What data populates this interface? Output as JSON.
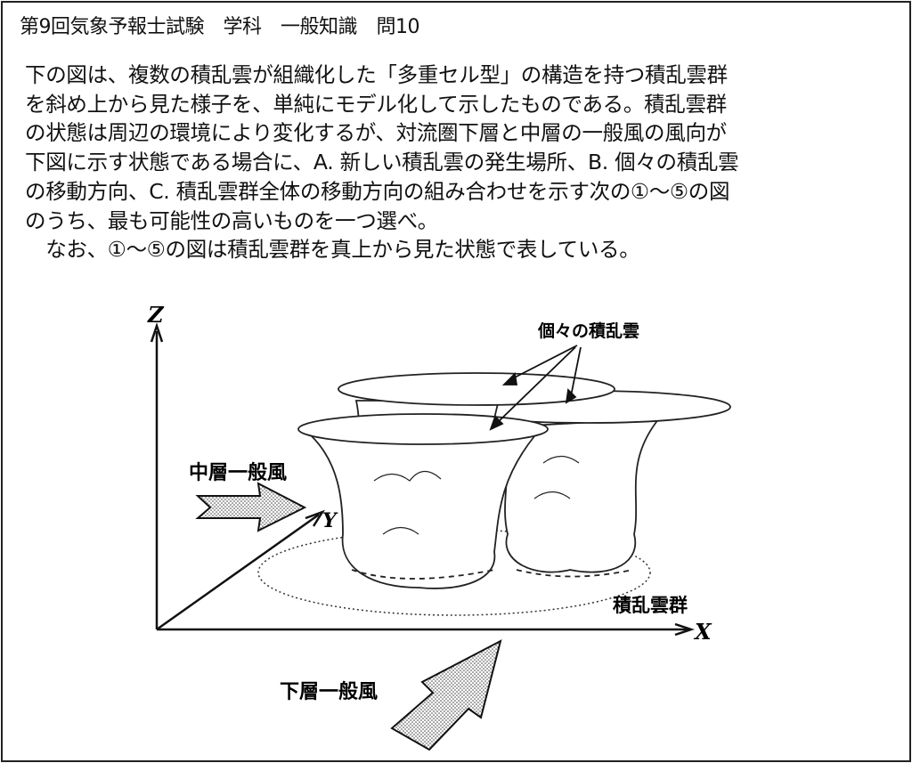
{
  "title": "第9回気象予報士試験　学科　一般知識　問10",
  "question_lines": [
    "下の図は、複数の積乱雲が組織化した「多重セル型」の構造を持つ積乱雲群",
    "を斜め上から見た様子を、単純にモデル化して示したものである。積乱雲群",
    "の状態は周辺の環境により変化するが、対流圏下層と中層の一般風の風向が",
    "下図に示す状態である場合に、A. 新しい積乱雲の発生場所、B. 個々の積乱雲",
    "の移動方向、C. 積乱雲群全体の移動方向の組み合わせを示す次の①～⑤の図",
    "のうち、最も可能性の高いものを一つ選べ。",
    "　なお、①～⑤の図は積乱雲群を真上から見た状態で表している。"
  ],
  "figure": {
    "axis_z": "Z",
    "axis_y": "Y",
    "axis_x": "X",
    "label_individual": "個々の積乱雲",
    "label_mid_wind": "中層一般風",
    "label_low_wind": "下層一般風",
    "label_cluster": "積乱雲群"
  }
}
